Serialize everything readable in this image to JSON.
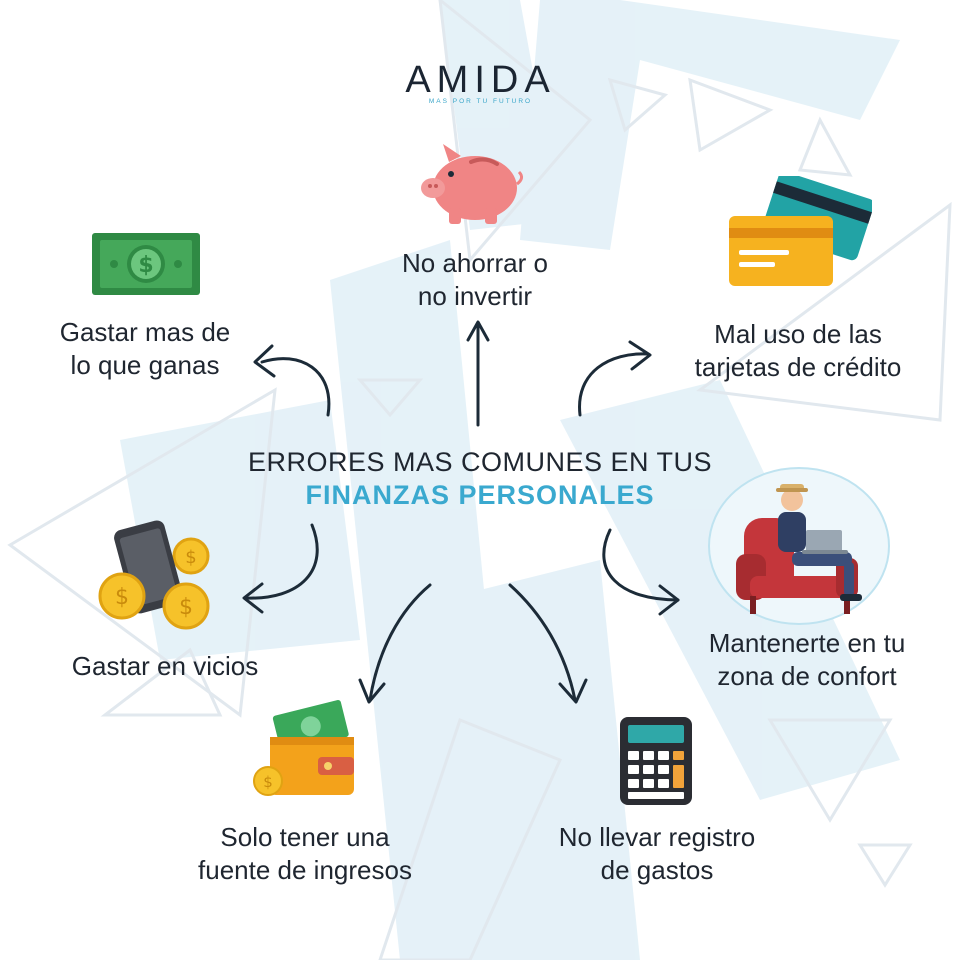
{
  "brand": {
    "name": "AMIDA",
    "tagline": "MAS POR TU FUTURO"
  },
  "center": {
    "line1": "ERRORES MAS COMUNES EN TUS",
    "line2": "FINANZAS PERSONALES"
  },
  "items": [
    {
      "line1": "No ahorrar o",
      "line2": "no invertir",
      "icon": "piggy-bank-icon"
    },
    {
      "line1": "Mal uso de las",
      "line2": "tarjetas de crédito",
      "icon": "credit-cards-icon"
    },
    {
      "line1": "Mantenerte en tu",
      "line2": "zona de confort",
      "icon": "armchair-laptop-icon"
    },
    {
      "line1": "No llevar registro",
      "line2": "de gastos",
      "icon": "calculator-icon"
    },
    {
      "line1": "Solo tener una",
      "line2": "fuente de ingresos",
      "icon": "wallet-icon"
    },
    {
      "line1": "Gastar en vicios",
      "line2": "",
      "icon": "phone-coins-icon"
    },
    {
      "line1": "Gastar mas de",
      "line2": "lo que ganas",
      "icon": "dollar-bill-icon"
    }
  ],
  "colors": {
    "accent": "#3aa9cf",
    "text": "#1f2630",
    "arrow": "#1c2b38",
    "background-shapes": "#e6f2f8"
  }
}
